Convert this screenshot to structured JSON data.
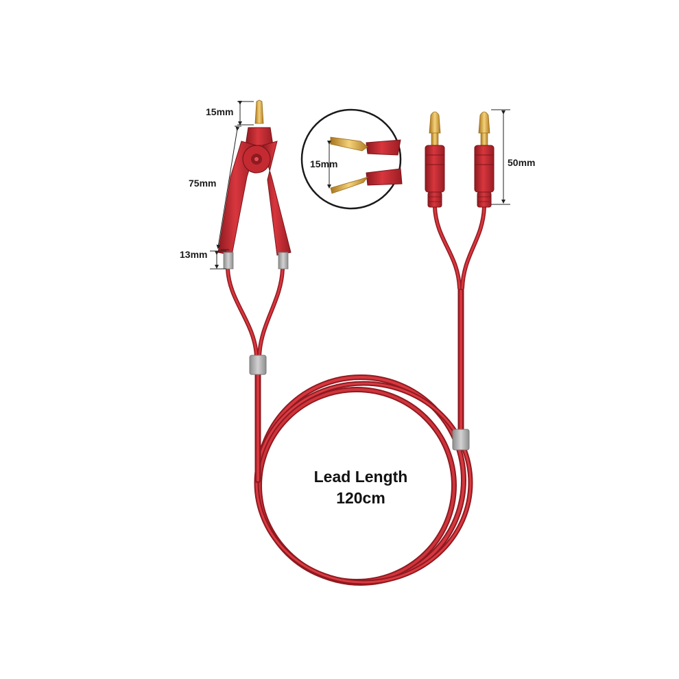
{
  "product": {
    "lead_length_line1": "Lead Length",
    "lead_length_line2": "120cm"
  },
  "dimensions": {
    "tip_length": "15mm",
    "clip_length": "75mm",
    "sleeve_length": "13mm",
    "tip_gap": "15mm",
    "banana_plug_length": "50mm"
  },
  "colors": {
    "cable_red": "#c42a31",
    "cable_dark": "#8e1a20",
    "gold": "#d9a23a",
    "sleeve_grey": "#a9a9a9"
  }
}
